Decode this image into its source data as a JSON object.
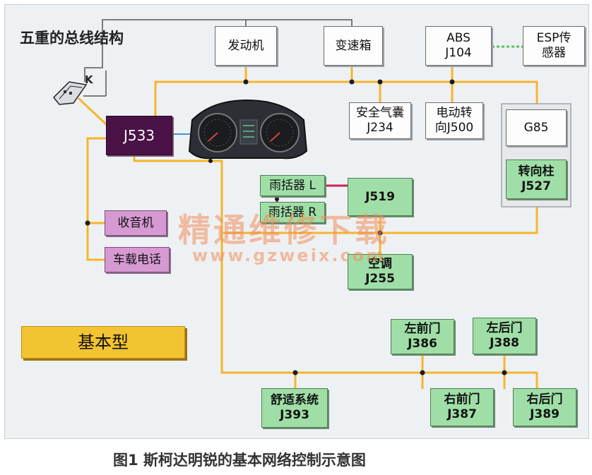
{
  "diagram": {
    "title": "五重的总线结构",
    "key_label": "K",
    "version_label": "基本型",
    "caption": "图1 斯柯达明锐的基本网络控制示意图",
    "watermark_cn": "精通维修下载",
    "watermark_url": "www.gzweix.com",
    "nodes": {
      "engine": [
        "发动机"
      ],
      "gearbox": [
        "变速箱"
      ],
      "abs": [
        "ABS",
        "J104"
      ],
      "esp": [
        "ESP传",
        "感器"
      ],
      "airbag": [
        "安全气囊",
        "J234"
      ],
      "eps": [
        "电动转",
        "向J500"
      ],
      "g85": [
        "G85"
      ],
      "steering_column": [
        "转向柱",
        "J527"
      ],
      "gateway": [
        "J533"
      ],
      "wiper_l": [
        "雨括器 L"
      ],
      "wiper_r": [
        "雨括器 R"
      ],
      "j519": [
        "J519"
      ],
      "radio": [
        "收音机"
      ],
      "phone": [
        "车载电话"
      ],
      "aircon": [
        "空调",
        "J255"
      ],
      "door_fl": [
        "左前门",
        "J386"
      ],
      "door_rl": [
        "左后门",
        "J388"
      ],
      "door_fr": [
        "右前门",
        "J387"
      ],
      "door_rr": [
        "右后门",
        "J389"
      ],
      "comfort": [
        "舒适系统",
        "J393"
      ]
    },
    "colors": {
      "can_bus": "#f7b52c",
      "diagnostic_wire": "#555555",
      "lin_bus": "#cc2255",
      "esp_link": "#5cc05c",
      "cluster_link": "#4a8fd6"
    }
  }
}
